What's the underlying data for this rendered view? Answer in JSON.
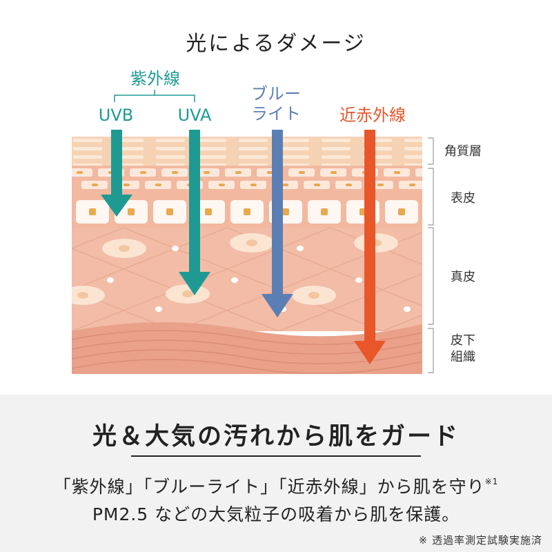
{
  "title": "光によるダメージ",
  "rays": {
    "group_label": "紫外線",
    "uvb": "UVB",
    "uva": "UVA",
    "blue_line1": "ブルー",
    "blue_line2": "ライト",
    "nir": "近赤外線"
  },
  "layers": {
    "stratum_corneum": "角質層",
    "epidermis": "表皮",
    "dermis": "真皮",
    "subcutis_line1": "皮下",
    "subcutis_line2": "組織"
  },
  "headline": "光＆大気の汚れから肌をガード",
  "description": {
    "line1": "「紫外線」「ブルーライト」「近赤外線」から肌を守り",
    "line1_sup": "※1",
    "line2": "PM2.5 などの大気粒子の吸着から肌を保護。"
  },
  "footnote": "※ 透過率測定試験実施済",
  "colors": {
    "uv_teal": "#1e9a93",
    "blue_light": "#5b7fb5",
    "near_infrared": "#e8562a",
    "skin_surface": "#f5cfae",
    "epidermis": "#f2b9a0",
    "dermis": "#f1b7a1",
    "subcutis": "#e99c86"
  }
}
